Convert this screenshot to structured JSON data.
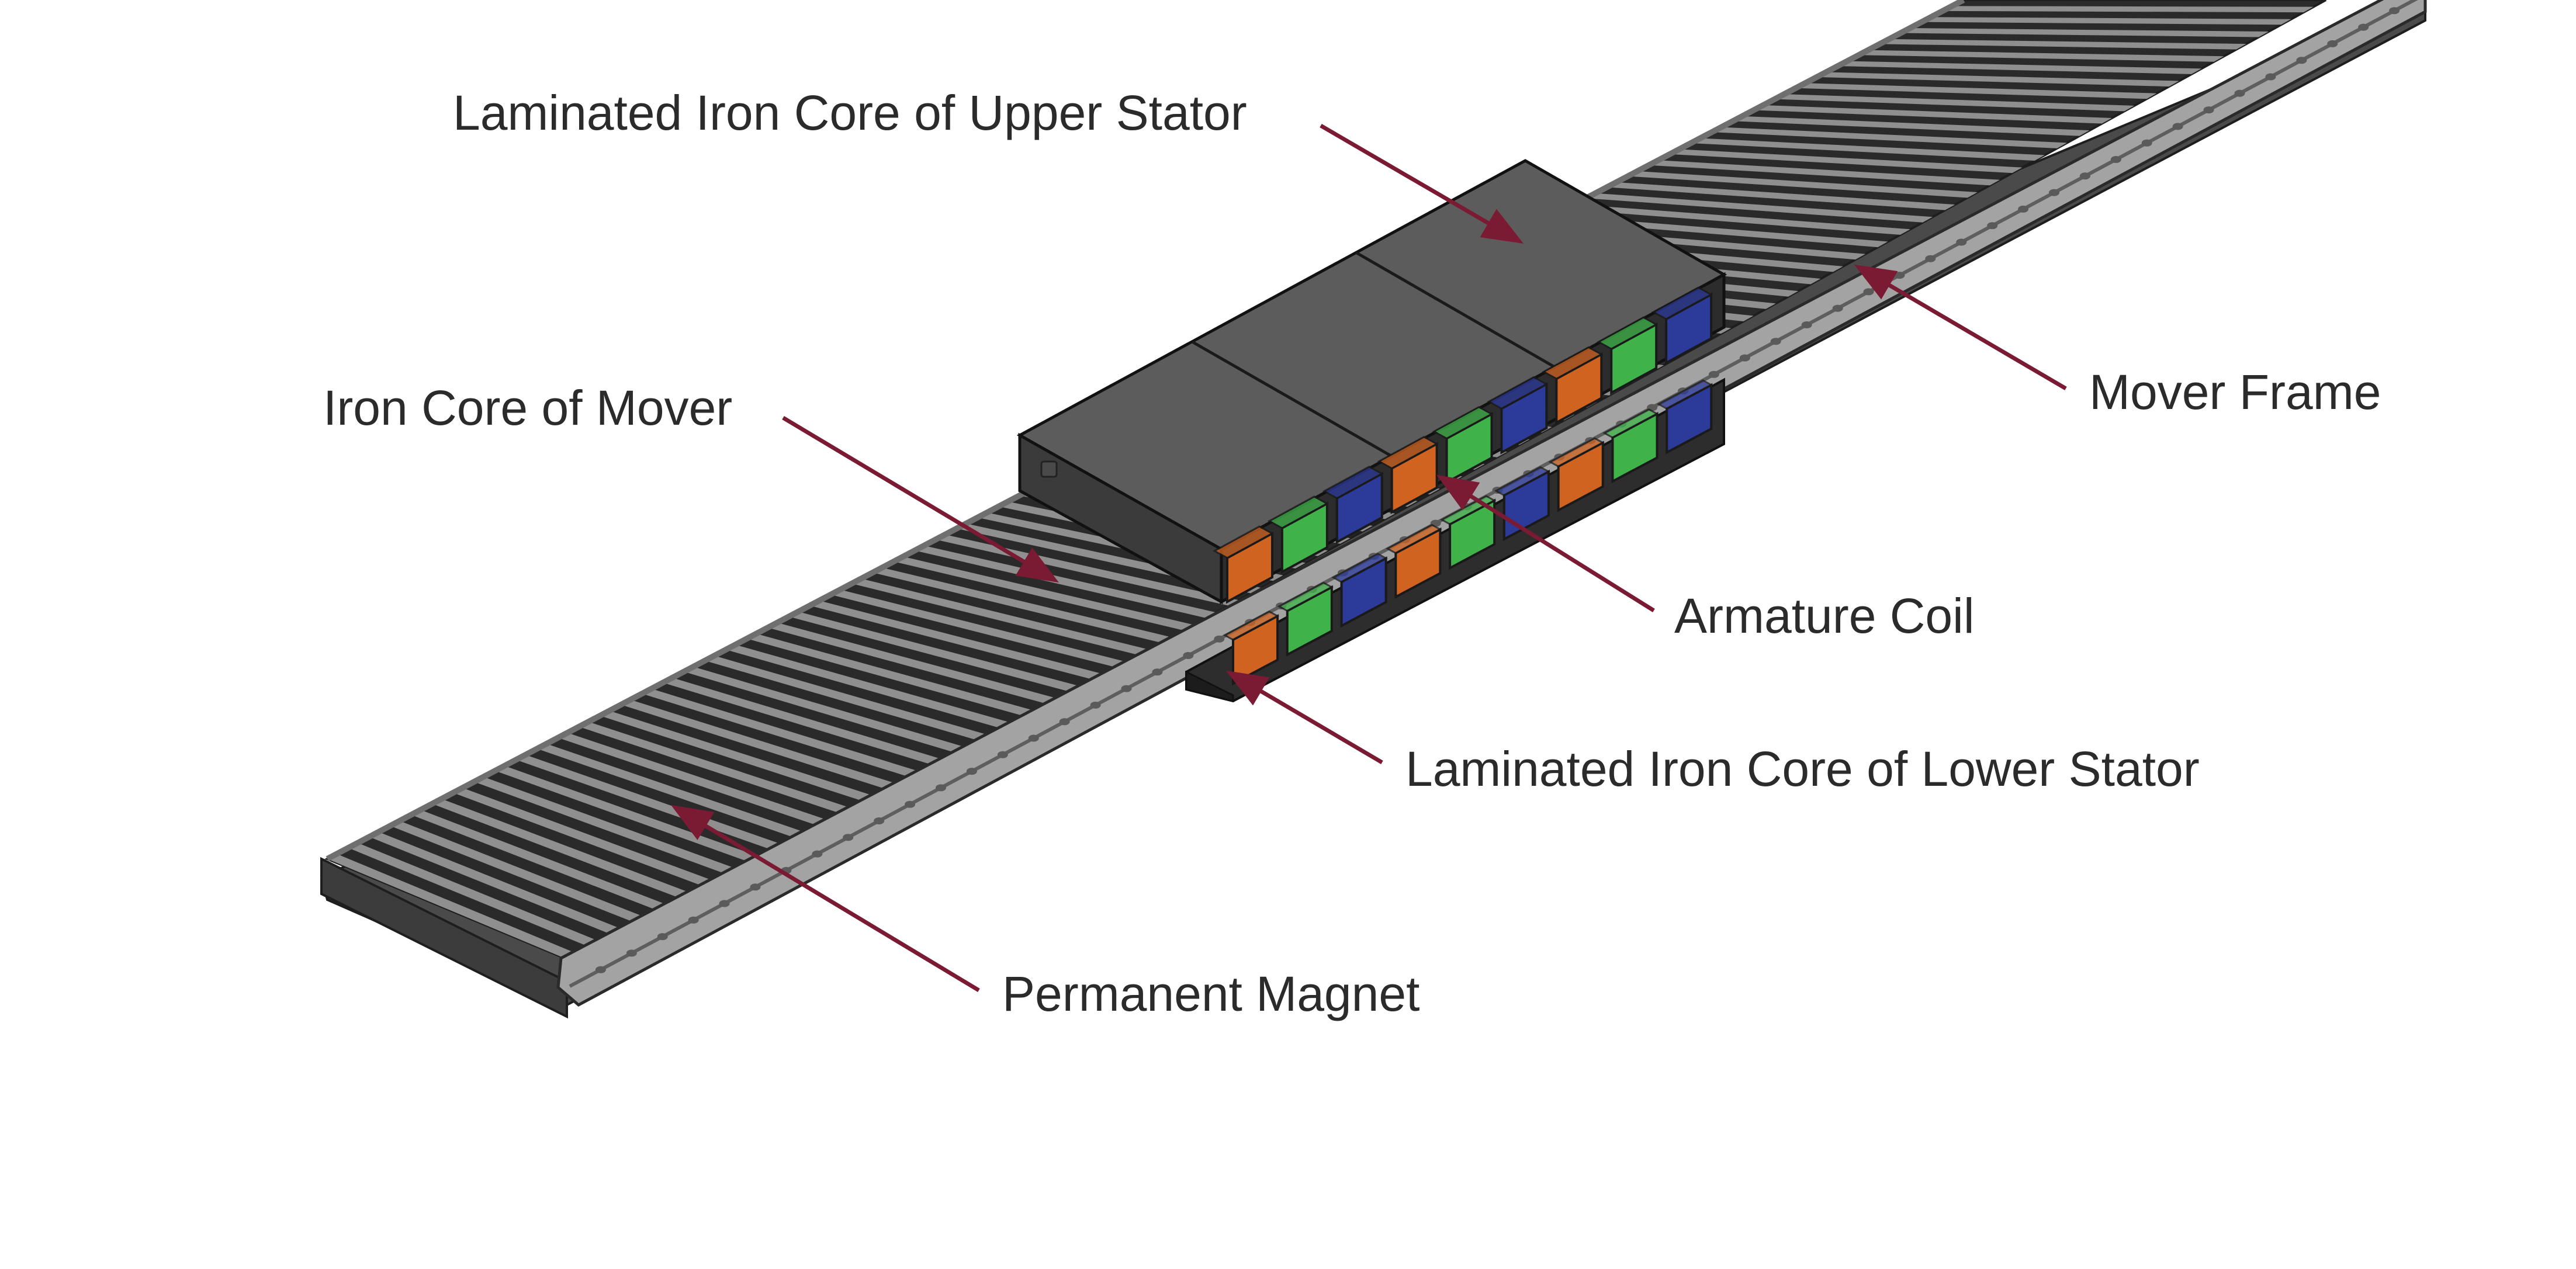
{
  "labels": {
    "upper_stator": "Laminated Iron Core of Upper Stator",
    "mover_core": "Iron Core of Mover",
    "mover_frame": "Mover Frame",
    "armature_coil": "Armature Coil",
    "lower_stator": "Laminated Iron Core of Lower Stator",
    "permanent_magnet": "Permanent Magnet"
  },
  "colors": {
    "arrow": "#7a1a33",
    "label": "#2b2b2b",
    "coil_orange": "#d0631f",
    "coil_green": "#3fb34a",
    "coil_blue": "#2c3a9a",
    "stator_top": "#5b5b5b",
    "stator_front": "#3a3a3a",
    "rail": "#9a9a9a",
    "magnet_dark": "#2f2f2f",
    "magnet_light": "#8f8f8f"
  }
}
